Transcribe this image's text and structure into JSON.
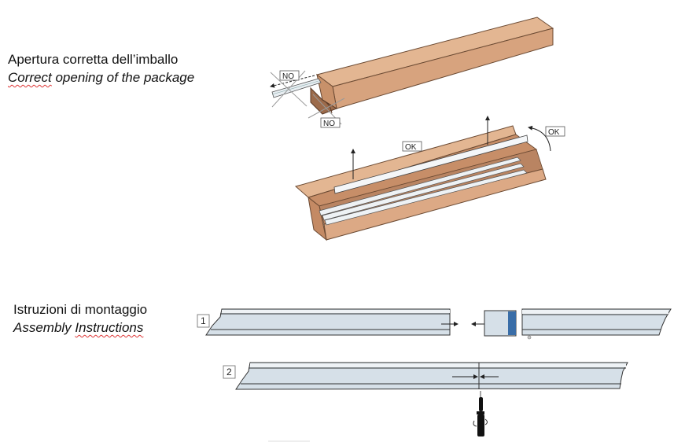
{
  "section_opening": {
    "title_it": "Apertura corretta dell’imballo",
    "title_en_word1": "Correct",
    "title_en_rest": " opening of the package",
    "labels": {
      "no_top": "NO",
      "no_bottom": "NO",
      "ok_center": "OK",
      "ok_right": "OK"
    }
  },
  "section_assembly": {
    "title_it": "Istruzioni di montaggio",
    "title_en_word1": "Assembly",
    "title_en_space": " ",
    "title_en_word2": "Instructions",
    "steps": [
      {
        "number": "1"
      },
      {
        "number": "2"
      }
    ]
  },
  "colors": {
    "cardboard": "#d9a882",
    "cardboard_dark": "#b98462",
    "profile": "#d6e0e8",
    "profile_light": "#eef2f5",
    "connector_blue": "#3a6ea8",
    "spellcheck": "#dd3333"
  }
}
